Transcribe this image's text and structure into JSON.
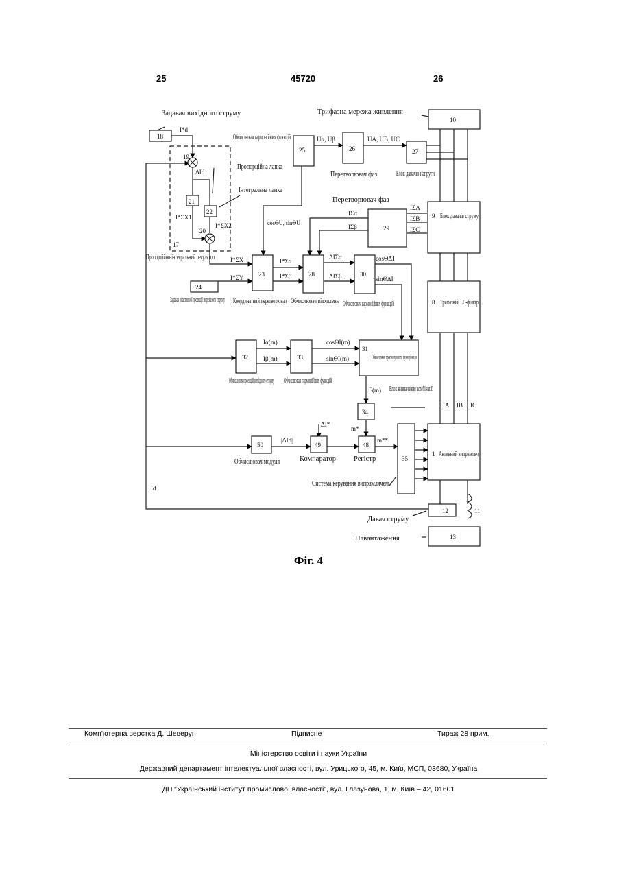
{
  "header": {
    "left_page": "25",
    "patent_number": "45720",
    "right_page": "26"
  },
  "figure": {
    "caption": "Фіг. 4",
    "blocks": [
      {
        "id": "b1",
        "number": "1",
        "label": "Активний випрямляч"
      },
      {
        "id": "b8",
        "number": "8",
        "label": "Трифазний LC-фільтр"
      },
      {
        "id": "b9",
        "number": "9",
        "label": "Блок давачів струму"
      },
      {
        "id": "b10",
        "number": "10",
        "label": ""
      },
      {
        "id": "b11",
        "number": "11",
        "label": ""
      },
      {
        "id": "b12",
        "number": "12",
        "label": ""
      },
      {
        "id": "b13",
        "number": "13",
        "label": ""
      },
      {
        "id": "b17",
        "number": "17",
        "label": ""
      },
      {
        "id": "b18",
        "number": "18",
        "label": ""
      },
      {
        "id": "b19",
        "number": "19",
        "label": ""
      },
      {
        "id": "b20",
        "number": "20",
        "label": ""
      },
      {
        "id": "b21",
        "number": "21",
        "label": ""
      },
      {
        "id": "b22",
        "number": "22",
        "label": ""
      },
      {
        "id": "b23",
        "number": "23",
        "label": ""
      },
      {
        "id": "b24",
        "number": "24",
        "label": ""
      },
      {
        "id": "b25",
        "number": "25",
        "label": ""
      },
      {
        "id": "b26",
        "number": "26",
        "label": ""
      },
      {
        "id": "b27",
        "number": "27",
        "label": ""
      },
      {
        "id": "b28",
        "number": "28",
        "label": ""
      },
      {
        "id": "b29",
        "number": "29",
        "label": ""
      },
      {
        "id": "b30",
        "number": "30",
        "label": ""
      },
      {
        "id": "b31",
        "number": "31",
        "label": "Обчислювач прогнозуючого функціонала"
      },
      {
        "id": "b32",
        "number": "32",
        "label": ""
      },
      {
        "id": "b33",
        "number": "33",
        "label": ""
      },
      {
        "id": "b34",
        "number": "34",
        "label": ""
      },
      {
        "id": "b35",
        "number": "35",
        "label": ""
      },
      {
        "id": "b48",
        "number": "48",
        "label": ""
      },
      {
        "id": "b49",
        "number": "49",
        "label": ""
      },
      {
        "id": "b50",
        "number": "50",
        "label": ""
      }
    ],
    "labels": {
      "output_current_setter": "Задавач вихідного струму",
      "three_phase_network": "Трифазна мережа живлення",
      "harmonic_calc_top": "Обчислювач гармонійних функцій",
      "phase_converter_top": "Перетворювач фаз",
      "voltage_sensors": "Блок давачів напруги",
      "proportional_link": "Пропорційна ланка",
      "integral_link": "Інтегральна ланка",
      "phase_converter_mid": "Перетворювач фаз",
      "pi_regulator": "Пропорційно-інтегральний регулятор",
      "reactive_setter": "Задавач реактивної проекції мережного струму",
      "coordinate_converter": "Координатний перетворювач",
      "deviation_calc": "Обчислювач відхилень",
      "harmonic_calc_mid": "Обчислювач гармонійних функцій",
      "projection_calc": "Обчислювач проекцій вихідного струму",
      "harmonic_calc_low": "Обчислювач гармонійних функцій",
      "combination_block": "Блок визначення комбінації",
      "module_calc": "Обчислювач модуля",
      "comparator": "Компаратор",
      "register": "Регістр",
      "rectifier_control": "Система керування випрямлячем",
      "current_sensor": "Давач струму",
      "load": "Навантаження"
    },
    "signals": {
      "id_ref": "I*d",
      "delta_id": "ΔId",
      "isx1": "I*ΣX1",
      "isx2": "I*ΣX2",
      "isx": "I*ΣX",
      "isy": "I*ΣY",
      "ualpha_ubeta": "Uα, Uβ",
      "uabc": "UA, UB, UC",
      "cos_sin_u": "cosΘU, sinΘU",
      "isa": "IΣA",
      "isb": "IΣB",
      "isc": "IΣC",
      "isalpha": "IΣα",
      "isbeta": "IΣβ",
      "isalpha_ref": "I*Σα",
      "isbeta_ref": "I*Σβ",
      "d_isalpha": "ΔIΣα",
      "d_isbeta": "ΔIΣβ",
      "cos_dI": "cosΘΔI",
      "sin_dI": "sinΘΔI",
      "ialpha_m": "Iα(m)",
      "ibeta_m": "Iβ(m)",
      "cos_m": "cosΘI(m)",
      "sin_m": "sinΘI(m)",
      "f_m": "F(m)",
      "m_star": "m*",
      "m_2star": "m**",
      "abs_did": "|ΔId|",
      "delta_i_ref": "ΔI*",
      "id": "Id",
      "ia": "IA",
      "ib": "IB",
      "ic": "IC"
    }
  },
  "imprint": {
    "layout_by": "Комп'ютерна верстка Д. Шеверун",
    "signed": "Підписне",
    "circulation": "Тираж 28 прим.",
    "ministry": "Міністерство освіти і науки України",
    "department": "Державний департамент інтелектуальної власності, вул. Урицького, 45, м. Київ, МСП, 03680, Україна",
    "institute": "ДП “Український інститут промислової власності”, вул. Глазунова, 1, м. Київ – 42, 01601"
  }
}
